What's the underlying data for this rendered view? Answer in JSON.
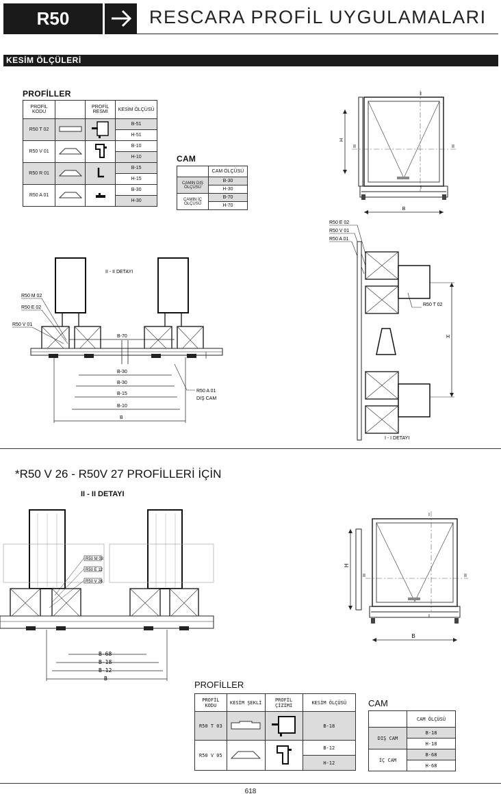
{
  "header": {
    "code": "R50",
    "title": "RESCARA PROFİL UYGULAMALARI"
  },
  "section": {
    "title": "KESİM ÖLÇÜLERİ"
  },
  "profiles_top": {
    "title": "PROFİLLER",
    "columns": [
      "PROFİL KODU",
      "PROFİL RESMİ",
      "KESİM ÖLÇÜSÜ"
    ],
    "rows": [
      {
        "code": "R50 T 02",
        "cuts": [
          "B-51",
          "H-51"
        ]
      },
      {
        "code": "R50 V 01",
        "cuts": [
          "B-10",
          "H-10"
        ]
      },
      {
        "code": "R50 R 01",
        "cuts": [
          "B-15",
          "H-15"
        ]
      },
      {
        "code": "R50 A 01",
        "cuts": [
          "B-30",
          "H-30"
        ]
      }
    ]
  },
  "cam_top": {
    "title": "CAM",
    "column": "CAM ÖLÇÜSÜ",
    "rows": [
      {
        "label": "CAMIN DIŞ ÖLÇÜSÜ",
        "values": [
          "B-30",
          "H-30"
        ]
      },
      {
        "label": "CAMIN İÇ ÖLÇÜSÜ",
        "values": [
          "B-70",
          "H-70"
        ]
      }
    ]
  },
  "detail_top": {
    "title": "II - II DETAYI",
    "labels": [
      "R50 M 02",
      "R50 E 02",
      "R50 V 01",
      "R50 A 01",
      "DIŞ CAM"
    ],
    "dims": [
      "B-70",
      "B-30",
      "B-30",
      "B-15",
      "B-10",
      "B"
    ]
  },
  "frame_top": {
    "b_label": "B",
    "h_label": "H",
    "sec1": "I",
    "sec2": "II"
  },
  "section_right": {
    "labels": [
      "R50 E 02",
      "R50 V 01",
      "R50 A 01",
      "R50 T 02"
    ],
    "h_label": "H",
    "title": "I - I DETAYI"
  },
  "lower": {
    "title": "*R50 V 26 - R50V 27 PROFİLLERİ İÇİN",
    "detail_title": "II - II DETAYI",
    "labels": [
      "R50 M 03",
      "R50 E 12",
      "R50 V 26"
    ],
    "dims": [
      "B-68",
      "B-18",
      "B-12",
      "B"
    ]
  },
  "frame_bottom": {
    "b_label": "B",
    "h_label": "H",
    "sec1": "I",
    "sec2": "II"
  },
  "profiles_bottom": {
    "title": "PROFİLLER",
    "columns": [
      "PROFİL KODU",
      "KESİM ŞEKLİ",
      "PROFİL ÇİZİMİ",
      "KESİM ÖLÇÜSÜ"
    ],
    "rows": [
      {
        "code": "R50 T 03",
        "cuts": [
          "B-18"
        ]
      },
      {
        "code": "R50 V 05",
        "cuts": [
          "B-12",
          "H-12"
        ]
      }
    ]
  },
  "cam_bottom": {
    "title": "CAM",
    "column": "CAM ÖLÇÜSÜ",
    "rows": [
      {
        "label": "DIŞ CAM",
        "values": [
          "B-18",
          "H-18"
        ]
      },
      {
        "label": "İÇ CAM",
        "values": [
          "B-68",
          "H-68"
        ]
      }
    ]
  },
  "page": {
    "number": "618"
  },
  "colors": {
    "dark": "#1a1a1a",
    "shade": "#dcdcdc"
  }
}
